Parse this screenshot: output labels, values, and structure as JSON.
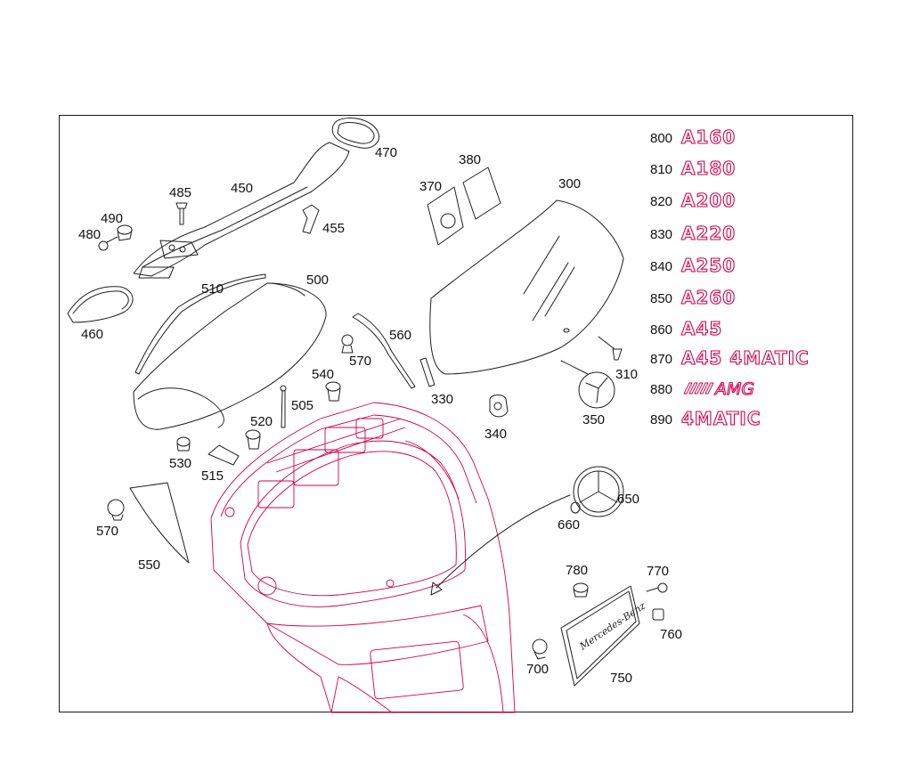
{
  "callouts": [
    {
      "label": "470"
    },
    {
      "label": "450"
    },
    {
      "label": "485"
    },
    {
      "label": "490"
    },
    {
      "label": "480"
    },
    {
      "label": "455"
    },
    {
      "label": "460"
    },
    {
      "label": "510"
    },
    {
      "label": "500"
    },
    {
      "label": "370"
    },
    {
      "label": "380"
    },
    {
      "label": "300"
    },
    {
      "label": "560"
    },
    {
      "label": "570"
    },
    {
      "label": "540"
    },
    {
      "label": "505"
    },
    {
      "label": "520"
    },
    {
      "label": "330"
    },
    {
      "label": "340"
    },
    {
      "label": "350"
    },
    {
      "label": "310"
    },
    {
      "label": "530"
    },
    {
      "label": "515"
    },
    {
      "label": "570"
    },
    {
      "label": "550"
    },
    {
      "label": "650"
    },
    {
      "label": "660"
    },
    {
      "label": "780"
    },
    {
      "label": "770"
    },
    {
      "label": "760"
    },
    {
      "label": "700"
    },
    {
      "label": "750"
    }
  ],
  "badges": [
    {
      "number": "800",
      "text": "A160"
    },
    {
      "number": "810",
      "text": "A180"
    },
    {
      "number": "820",
      "text": "A200"
    },
    {
      "number": "830",
      "text": "A220"
    },
    {
      "number": "840",
      "text": "A250"
    },
    {
      "number": "850",
      "text": "A260"
    },
    {
      "number": "860",
      "text": "A45"
    },
    {
      "number": "870",
      "text": "A45 4MATIC"
    },
    {
      "number": "880",
      "text": "AMG"
    },
    {
      "number": "890",
      "text": "4MATIC"
    }
  ],
  "plate": {
    "text": "Mercedes-Benz"
  },
  "colors": {
    "line": "#1f1f1f",
    "highlight": "#d2004c",
    "background": "#ffffff"
  }
}
